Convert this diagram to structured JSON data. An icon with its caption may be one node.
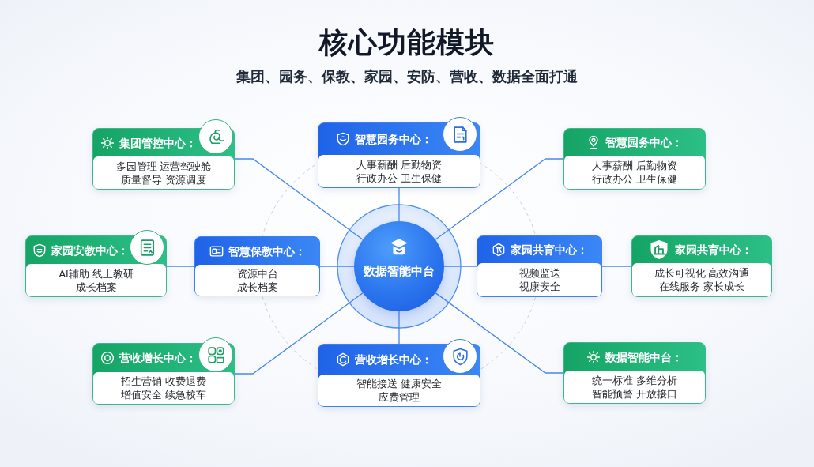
{
  "diagram": {
    "title": "核心功能模块",
    "nodes": [
      {
        "text": [
          "集团管控中心：",
          "多园管理 运营驾驶舱质量督导 资源调度"
        ]
      },
      {
        "text": [
          "智慧园务中心：",
          "人事薪酬 后勤物资行政办公 卫生保健"
        ]
      },
      {
        "text": [
          "智慧园务中心：",
          "人事薪酬 后勤物资行政办公 卫生保健"
        ]
      },
      {
        "text": [
          "家园安教中心：",
          "AI辅助 线上教研成长档案"
        ]
      },
      {
        "text": [
          "智慧保教中心：",
          "资源中台成长档案"
        ]
      },
      {
        "text": [
          "数据智能中台"
        ]
      },
      {
        "text": [
          "家园共育中心：",
          "视频监送视康安全"
        ]
      },
      {
        "text": [
          "家园共育中心：",
          "成长可视化 高效沟通在线服务 家长成长"
        ]
      },
      {
        "text": [
          "营收增长中心：",
          "招生营销 收费退费增值安全 续急校车"
        ]
      },
      {
        "text": [
          "营收增长中心：",
          "智能接送 健康安全应费管理"
        ]
      },
      {
        "text": [
          "数据智能中台：",
          "统一标准 多维分析智能预警 开放接口"
        ]
      }
    ],
    "edges": [
      {
        "from": 5,
        "to": 0,
        "arrow": "none"
      },
      {
        "from": 5,
        "to": 1,
        "arrow": "none"
      },
      {
        "from": 5,
        "to": 2,
        "arrow": "none"
      },
      {
        "from": 5,
        "to": 4,
        "arrow": "none"
      },
      {
        "from": 4,
        "to": 3,
        "arrow": "none"
      },
      {
        "from": 5,
        "to": 6,
        "arrow": "none"
      },
      {
        "from": 6,
        "to": 7,
        "arrow": "none"
      },
      {
        "from": 5,
        "to": 8,
        "arrow": "none"
      },
      {
        "from": 5,
        "to": 9,
        "arrow": "none"
      },
      {
        "from": 5,
        "to": 10,
        "arrow": "none"
      }
    ],
    "labels": [
      "集团、园务、保教、家园、安防、营收、数据全面打通"
    ]
  }
}
